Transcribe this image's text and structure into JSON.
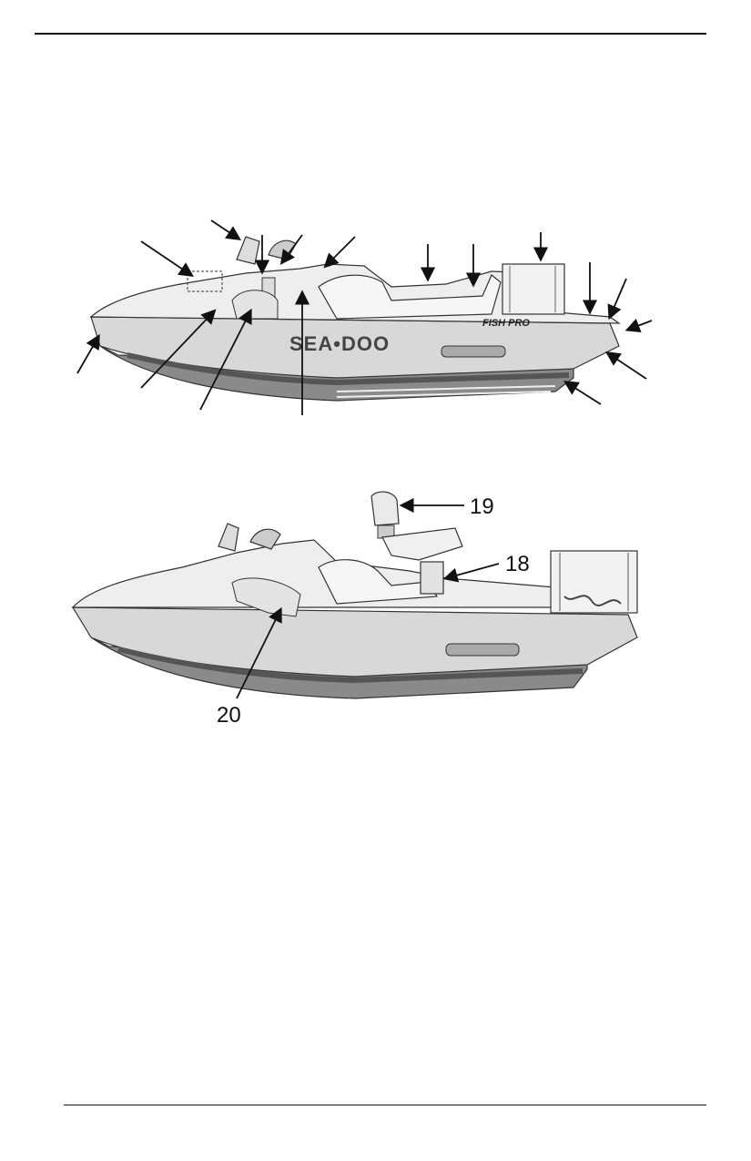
{
  "figure_top": {
    "brand_text": "SEA•DOO",
    "model_text": "FISH PRO",
    "arrow_count": 17
  },
  "figure_bottom": {
    "callouts": [
      {
        "number": "19"
      },
      {
        "number": "18"
      },
      {
        "number": "20"
      }
    ]
  }
}
